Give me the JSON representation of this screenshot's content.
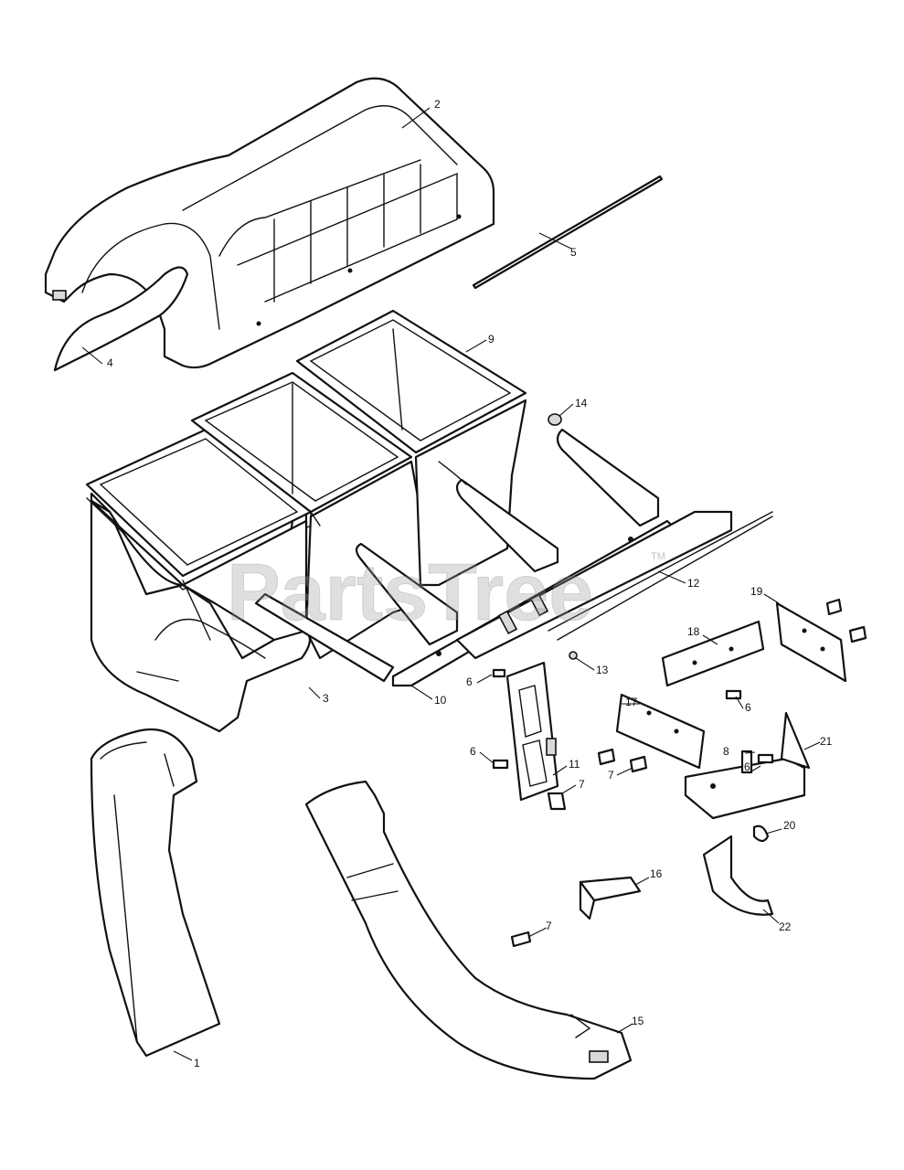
{
  "watermark": {
    "text": "PartsTree",
    "tm": "TM"
  },
  "callouts": [
    {
      "id": "c1",
      "label": "1"
    },
    {
      "id": "c2",
      "label": "2"
    },
    {
      "id": "c3",
      "label": "3"
    },
    {
      "id": "c4",
      "label": "4"
    },
    {
      "id": "c5",
      "label": "5"
    },
    {
      "id": "c6a",
      "label": "6"
    },
    {
      "id": "c6b",
      "label": "6"
    },
    {
      "id": "c6c",
      "label": "6"
    },
    {
      "id": "c6d",
      "label": "6"
    },
    {
      "id": "c7a",
      "label": "7"
    },
    {
      "id": "c7b",
      "label": "7"
    },
    {
      "id": "c7c",
      "label": "7"
    },
    {
      "id": "c8",
      "label": "8"
    },
    {
      "id": "c9",
      "label": "9"
    },
    {
      "id": "c10",
      "label": "10"
    },
    {
      "id": "c11",
      "label": "11"
    },
    {
      "id": "c12",
      "label": "12"
    },
    {
      "id": "c13",
      "label": "13"
    },
    {
      "id": "c14",
      "label": "14"
    },
    {
      "id": "c15",
      "label": "15"
    },
    {
      "id": "c16",
      "label": "16"
    },
    {
      "id": "c17",
      "label": "17"
    },
    {
      "id": "c18",
      "label": "18"
    },
    {
      "id": "c19",
      "label": "19"
    },
    {
      "id": "c20",
      "label": "20"
    },
    {
      "id": "c21",
      "label": "21"
    },
    {
      "id": "c22",
      "label": "22"
    }
  ]
}
